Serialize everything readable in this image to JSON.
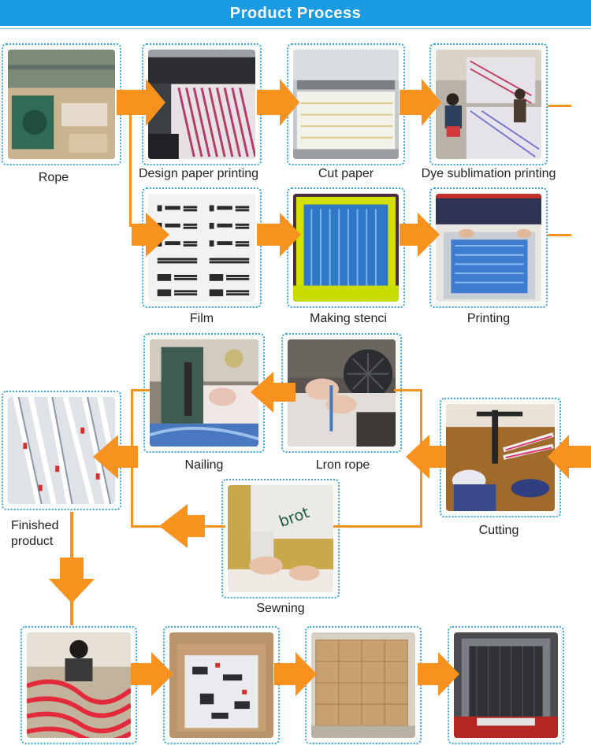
{
  "title": "Product Process",
  "steps": {
    "rope": "Rope",
    "design_paper_printing": "Design paper printing",
    "cut_paper": "Cut paper",
    "dye_sublimation_printing": "Dye sublimation printing",
    "film": "Film",
    "making_stencil": "Making stenci",
    "printing": "Printing",
    "nailing": "Nailing",
    "iron_rope": "Lron rope",
    "cutting": "Cutting",
    "finished_product": "Finished\nproduct",
    "sewning": "Sewning"
  },
  "colors": {
    "banner": "#1a9ae0",
    "arrow": "#f7921e",
    "frame": "#3aa6dc"
  }
}
